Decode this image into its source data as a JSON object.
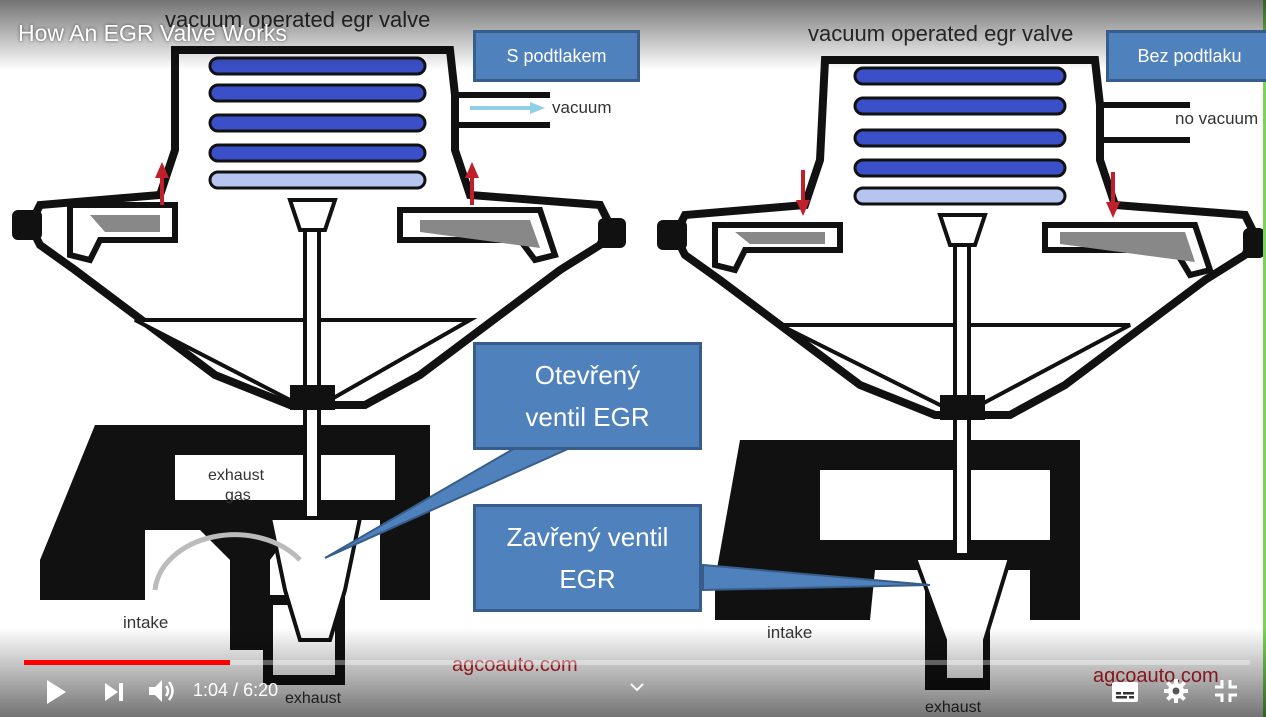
{
  "video": {
    "title": "How An EGR Valve Works",
    "time_current": "1:04",
    "time_separator": " / ",
    "time_total": "6:20",
    "progress": 0.168
  },
  "diagram": {
    "left_caption": "vacuum operated egr valve",
    "right_caption": "vacuum operated egr valve",
    "vacuum_label": "vacuum",
    "no_vacuum_label": "no vacuum",
    "left_exhaust_gas": [
      "exhaust",
      "gas"
    ],
    "left_intake": "intake",
    "right_intake": "intake",
    "left_exhaust": "exhaust",
    "right_exhaust": "exhaust",
    "left_watermark": "agcoauto.com",
    "right_watermark": "agcoauto.com"
  },
  "callouts": {
    "with_vacuum": "S podtlakem",
    "without_vacuum": "Bez podtlaku",
    "open_line1": "Otevřený",
    "open_line2": "ventil EGR",
    "closed_line1": "Zavřený ventil",
    "closed_line2": "EGR"
  },
  "controls": {
    "play_icon": "play-icon",
    "next_icon": "next-icon",
    "volume_icon": "volume-icon",
    "chevron_icon": "chevron-down-icon",
    "subtitles_icon": "subtitles-icon",
    "settings_icon": "gear-icon",
    "exit_fullscreen_icon": "exit-fullscreen-icon"
  },
  "colors": {
    "spring": "#3b50c8",
    "arrow": "#c0202a",
    "callout_fill": "#4f81bd",
    "callout_border": "#385d8a",
    "progress": "#ff0000"
  }
}
